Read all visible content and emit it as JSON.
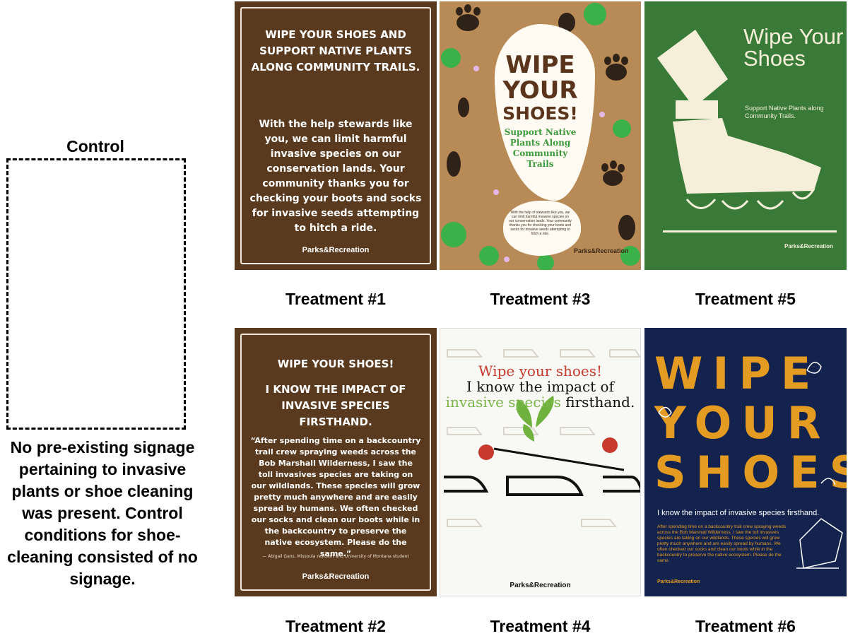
{
  "control": {
    "heading": "Control",
    "description": "No pre-existing signage pertaining to invasive plants or shoe cleaning was present. Control conditions for shoe-cleaning consisted of no signage."
  },
  "treatments": {
    "t1": {
      "label": "Treatment #1",
      "heading": "WIPE YOUR SHOES AND SUPPORT NATIVE PLANTS ALONG COMMUNITY TRAILS.",
      "body": "With the help stewards like you, we can limit harmful invasive species on our conservation lands. Your community thanks you for checking your boots and socks for invasive seeds attempting to hitch a ride.",
      "logo": "Parks&Recreation"
    },
    "t2": {
      "label": "Treatment #2",
      "heading1": "WIPE YOUR SHOES!",
      "heading2": "I KNOW THE IMPACT OF INVASIVE SPECIES FIRSTHAND.",
      "quote": "“After spending time on a backcountry trail crew spraying weeds across the Bob Marshall Wilderness, I saw the toll invasives species are taking on our wildlands. These species will grow pretty much anywhere and are easily spread by humans. We often checked our socks and clean our boots while in the backcountry to preserve the native ecosystem. Please do the same.”",
      "attribution": "— Abigail Gans, Missoula resident and University of Montana student",
      "logo": "Parks&Recreation"
    },
    "t3": {
      "label": "Treatment #3",
      "title1": "WIPE",
      "title2": "YOUR",
      "title3": "SHOES!",
      "subtitle": "Support Native Plants Along Community Trails",
      "small": "With the help of stewards like you, we can limit harmful invasive species on our conservation lands. Your community thanks you for checking your boots and socks for invasive seeds attempting to hitch a ride.",
      "logo": "Parks&Recreation"
    },
    "t4": {
      "label": "Treatment #4",
      "line1": "Wipe your shoes!",
      "line2": "I know the impact of",
      "line3a": "invasive species",
      "line3b": " firsthand.",
      "logo": "Parks&Recreation"
    },
    "t5": {
      "label": "Treatment #5",
      "title": "Wipe Your Shoes",
      "subtitle": "Support Native Plants along Community Trails.",
      "logo": "Parks&Recreation"
    },
    "t6": {
      "label": "Treatment #6",
      "w1": "WIPE",
      "w2": "YOUR",
      "w3": "SHOES",
      "subtitle": "I know the impact of invasive species firsthand.",
      "body": "After spending time on a backcountry trail crew spraying weeds across the Bob Marshall Wilderness, I saw the toll invasives species are taking on our wildlands. These species will grow pretty much anywhere and are easily spread by humans. We often checked our socks and clean our boots while in the backcountry to preserve the native ecosystem. Please do the same.",
      "logo": "Parks&Recreation"
    }
  },
  "colors": {
    "brown": "#5a3a1e",
    "green": "#3a7a39",
    "navy": "#14234d",
    "orange": "#e39b22",
    "tan": "#b88a55"
  }
}
